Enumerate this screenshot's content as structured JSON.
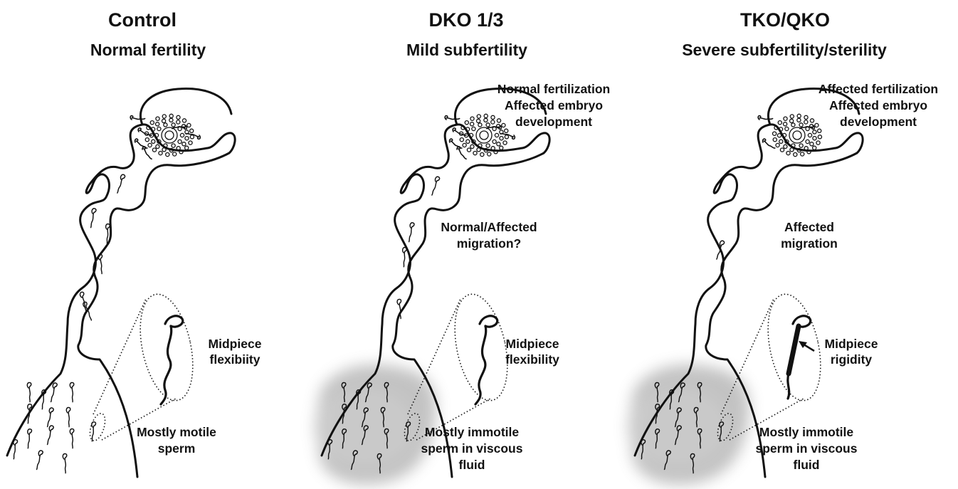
{
  "panels": [
    {
      "title": "Control",
      "subtitle": "Normal fertility",
      "fertilization_lines": [],
      "migration_lines": [],
      "inset_lines": [
        "Midpiece",
        "flexibiity"
      ],
      "bottom_lines": [
        "Mostly motile",
        "sperm"
      ],
      "viscous_fluid": false,
      "rigid_midpiece": false
    },
    {
      "title": "DKO 1/3",
      "subtitle": "Mild subfertility",
      "fertilization_lines": [
        "Normal fertilization",
        "Affected embryo",
        "development"
      ],
      "migration_lines": [
        "Normal/Affected",
        "migration?"
      ],
      "inset_lines": [
        "Midpiece",
        "flexibility"
      ],
      "bottom_lines": [
        "Mostly immotile",
        "sperm in viscous",
        "fluid"
      ],
      "viscous_fluid": true,
      "rigid_midpiece": false
    },
    {
      "title": "TKO/QKO",
      "subtitle": "Severe subfertility/sterility",
      "fertilization_lines": [
        "Affected fertilization",
        "Affected embryo",
        "development"
      ],
      "migration_lines": [
        "Affected",
        "migration"
      ],
      "inset_lines": [
        "Midpiece",
        "rigidity"
      ],
      "bottom_lines": [
        "Mostly immotile",
        "sperm in viscous",
        "fluid"
      ],
      "viscous_fluid": true,
      "rigid_midpiece": true
    }
  ]
}
